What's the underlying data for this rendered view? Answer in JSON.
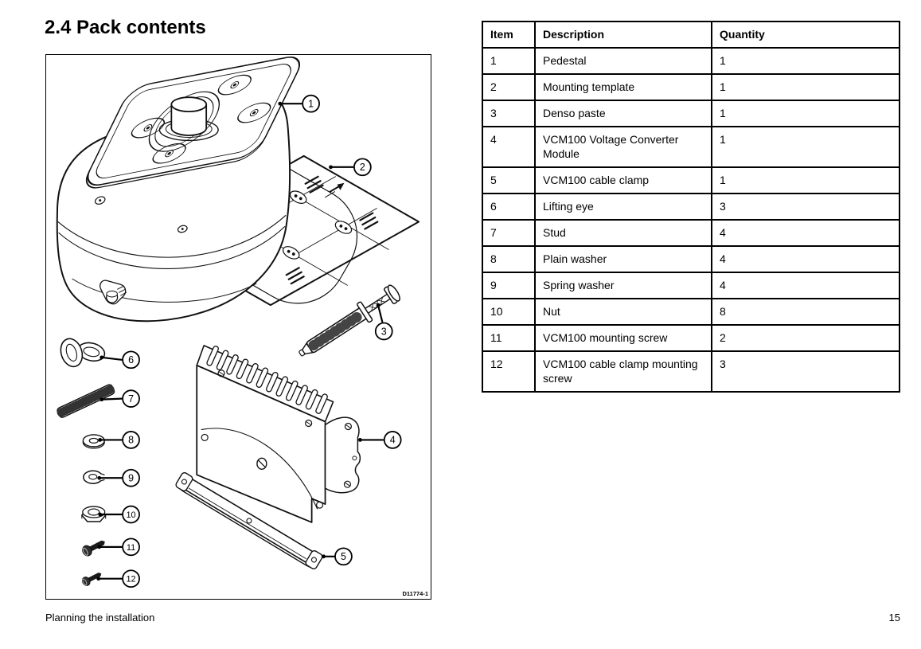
{
  "page": {
    "title": "2.4 Pack contents",
    "footer_left": "Planning the installation",
    "page_number": "15"
  },
  "diagram": {
    "figure_code": "D11774-1",
    "callout_numbers": [
      "1",
      "2",
      "3",
      "4",
      "5",
      "6",
      "7",
      "8",
      "9",
      "10",
      "11",
      "12"
    ]
  },
  "table": {
    "headers": {
      "item": "Item",
      "description": "Description",
      "quantity": "Quantity"
    },
    "rows": [
      {
        "item": "1",
        "description": "Pedestal",
        "quantity": "1"
      },
      {
        "item": "2",
        "description": "Mounting template",
        "quantity": "1"
      },
      {
        "item": "3",
        "description": "Denso paste",
        "quantity": "1"
      },
      {
        "item": "4",
        "description": "VCM100 Voltage Converter Module",
        "quantity": "1"
      },
      {
        "item": "5",
        "description": "VCM100 cable clamp",
        "quantity": "1"
      },
      {
        "item": "6",
        "description": "Lifting eye",
        "quantity": "3"
      },
      {
        "item": "7",
        "description": "Stud",
        "quantity": "4"
      },
      {
        "item": "8",
        "description": "Plain washer",
        "quantity": "4"
      },
      {
        "item": "9",
        "description": "Spring washer",
        "quantity": "4"
      },
      {
        "item": "10",
        "description": "Nut",
        "quantity": "8"
      },
      {
        "item": "11",
        "description": "VCM100 mounting screw",
        "quantity": "2"
      },
      {
        "item": "12",
        "description": "VCM100 cable clamp mounting screw",
        "quantity": "3"
      }
    ]
  }
}
